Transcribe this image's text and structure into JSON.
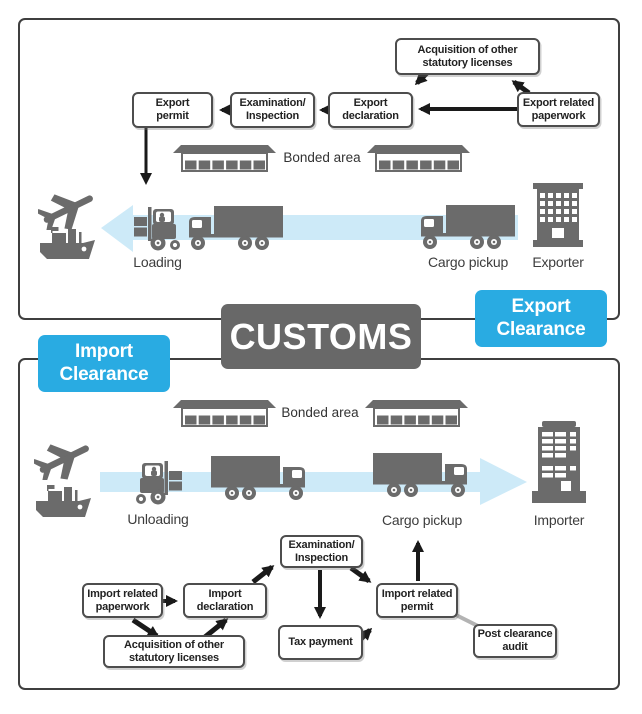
{
  "customs": {
    "label": "CUSTOMS"
  },
  "export_badge": {
    "label": "Export\nClearance"
  },
  "import_badge": {
    "label": "Import\nClearance"
  },
  "export": {
    "boxes": {
      "acquisition": "Acquisition of other\nstatutory licenses",
      "permit": "Export\npermit",
      "examination": "Examination/\nInspection",
      "declaration": "Export\ndeclaration",
      "paperwork": "Export related\npaperwork"
    },
    "bonded_area": "Bonded area",
    "loading": "Loading",
    "cargo_pickup": "Cargo pickup",
    "exporter": "Exporter"
  },
  "import": {
    "boxes": {
      "paperwork": "Import related\npaperwork",
      "declaration": "Import\ndeclaration",
      "examination": "Examination/\nInspection",
      "tax_payment": "Tax payment",
      "permit": "Import related\npermit",
      "acquisition": "Acquisition of other\nstatutory licenses",
      "post_audit": "Post clearance\naudit"
    },
    "bonded_area": "Bonded area",
    "unloading": "Unloading",
    "cargo_pickup": "Cargo pickup",
    "importer": "Importer"
  },
  "icons": [
    "airplane-icon",
    "ship-icon",
    "forklift-icon",
    "truck-icon",
    "warehouse-icon",
    "exporter-building-icon",
    "importer-building-icon"
  ],
  "colors": {
    "accent_blue": "#29ABE2",
    "light_blue": "#CDEAF8",
    "icon_gray": "#6B6B6B",
    "customs_gray": "#686868",
    "border_dark": "#3F3F3F"
  }
}
